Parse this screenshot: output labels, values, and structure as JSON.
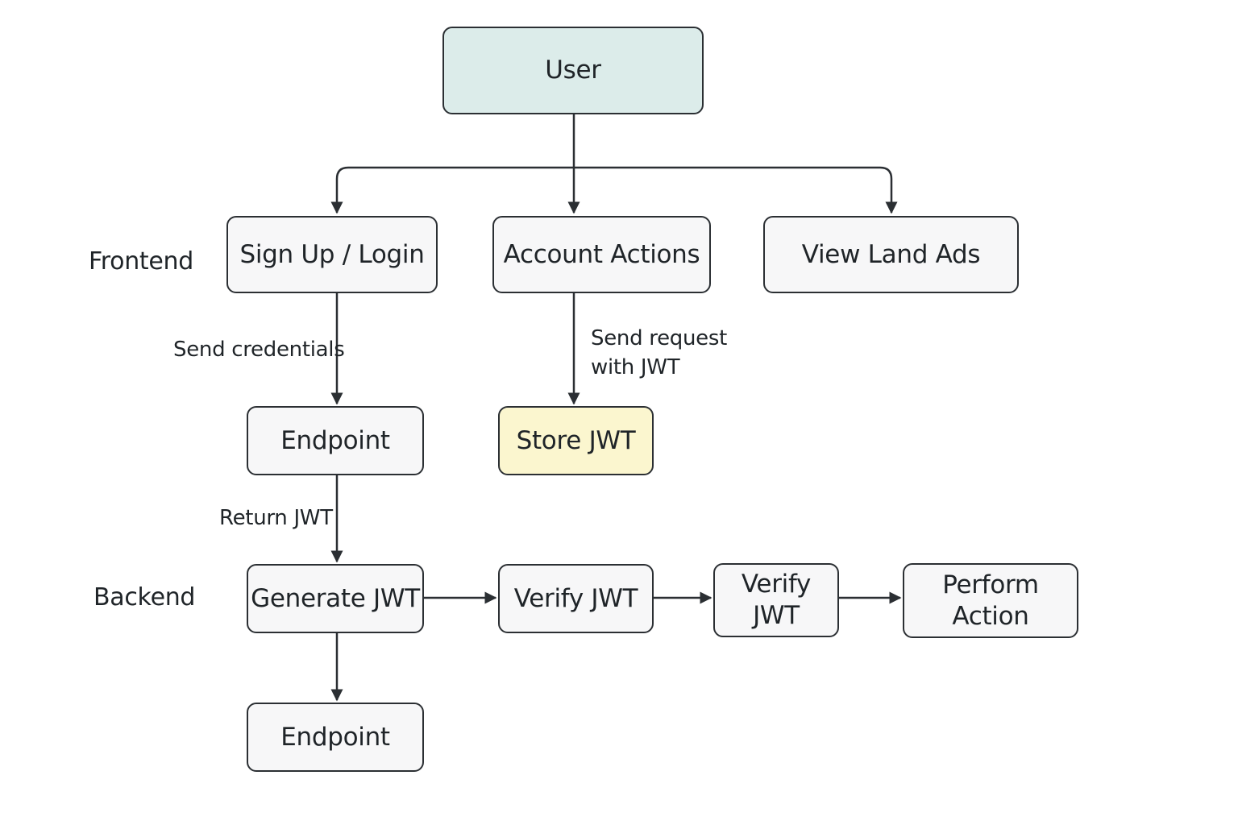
{
  "lanes": {
    "frontend": "Frontend",
    "backend": "Backend"
  },
  "nodes": {
    "user": "User",
    "signup_login": "Sign Up / Login",
    "account_actions": "Account Actions",
    "view_land_ads": "View Land Ads",
    "endpoint_top": "Endpoint",
    "store_jwt": "Store JWT",
    "generate_jwt": "Generate JWT",
    "verify_jwt_1": "Verify JWT",
    "verify_jwt_2": "Verify\nJWT",
    "perform_action": "Perform\nAction",
    "endpoint_bottom": "Endpoint"
  },
  "edge_labels": {
    "send_credentials": "Send credentials",
    "send_request": "Send request\nwith JWT",
    "return_jwt": "Return JWT"
  },
  "colors": {
    "stroke": "#2b2f33",
    "user_fill": "#dcecea",
    "store_fill": "#fbf6cf",
    "node_fill": "#f7f7f8"
  }
}
